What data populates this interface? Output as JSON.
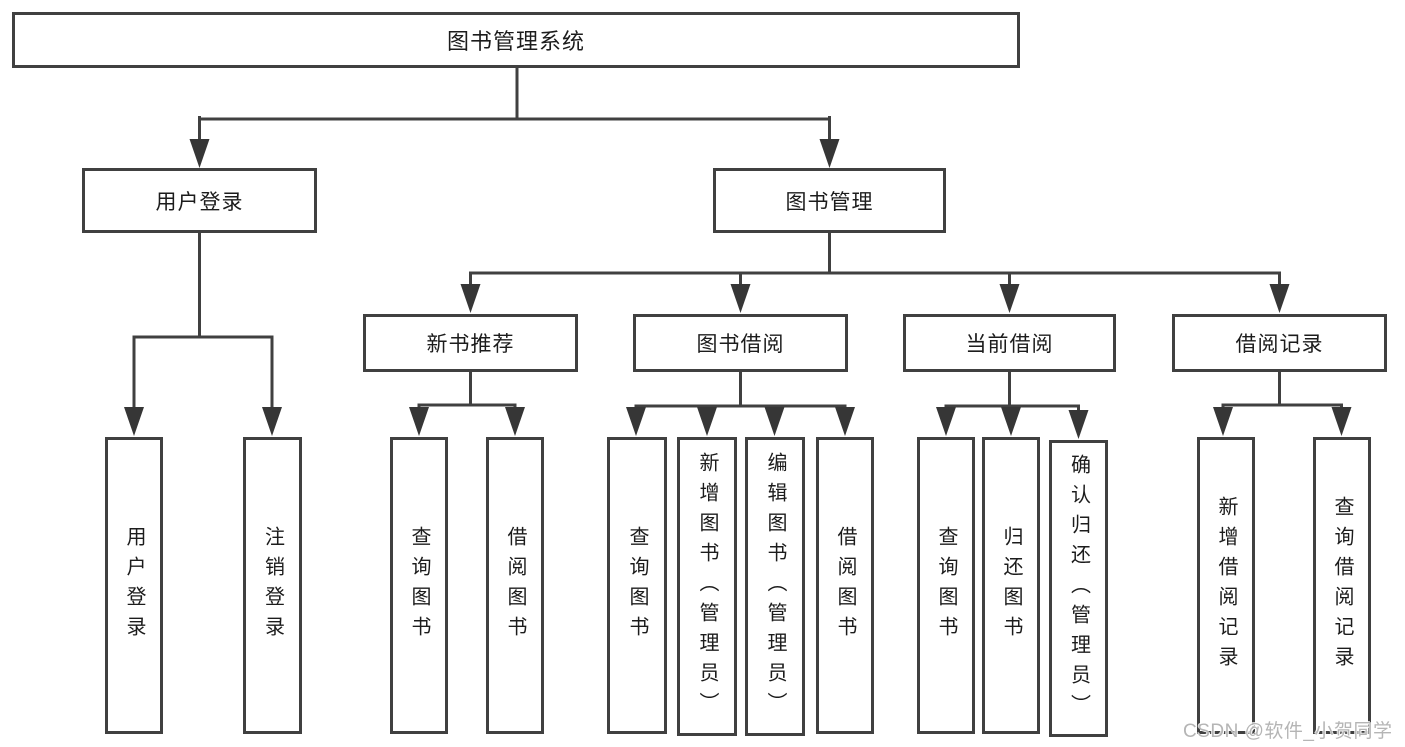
{
  "diagram": {
    "root": {
      "label": "图书管理系统"
    },
    "branches": [
      {
        "label": "用户登录",
        "children": [
          {
            "label": "用户登录"
          },
          {
            "label": "注销登录"
          }
        ]
      },
      {
        "label": "图书管理",
        "children": [
          {
            "label": "新书推荐",
            "children": [
              {
                "label": "查询图书"
              },
              {
                "label": "借阅图书"
              }
            ]
          },
          {
            "label": "图书借阅",
            "children": [
              {
                "label": "查询图书"
              },
              {
                "label": "新增图书（管理员）"
              },
              {
                "label": "编辑图书（管理员）"
              },
              {
                "label": "借阅图书"
              }
            ]
          },
          {
            "label": "当前借阅",
            "children": [
              {
                "label": "查询图书"
              },
              {
                "label": "归还图书"
              },
              {
                "label": "确认归还（管理员）"
              }
            ]
          },
          {
            "label": "借阅记录",
            "children": [
              {
                "label": "新增借阅记录"
              },
              {
                "label": "查询借阅记录"
              }
            ]
          }
        ]
      }
    ]
  },
  "watermark": {
    "text": "CSDN @软件_小贺同学"
  },
  "colors": {
    "line": "#404040",
    "text": "#1c1c1c",
    "background": "#ffffff",
    "watermark": "#b5b5b5"
  }
}
